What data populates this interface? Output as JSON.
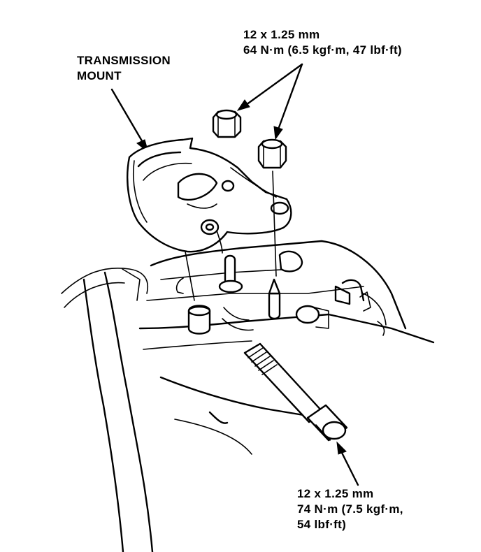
{
  "labels": {
    "mount": {
      "line1": "TRANSMISSION",
      "line2": "MOUNT"
    },
    "nuts": {
      "line1": "12 x 1.25 mm",
      "line2": "64 N·m (6.5 kgf·m, 47 lbf·ft)"
    },
    "bolt": {
      "line1": "12 x 1.25 mm",
      "line2": "74 N·m (7.5 kgf·m,",
      "line3": "54 lbf·ft)"
    }
  }
}
